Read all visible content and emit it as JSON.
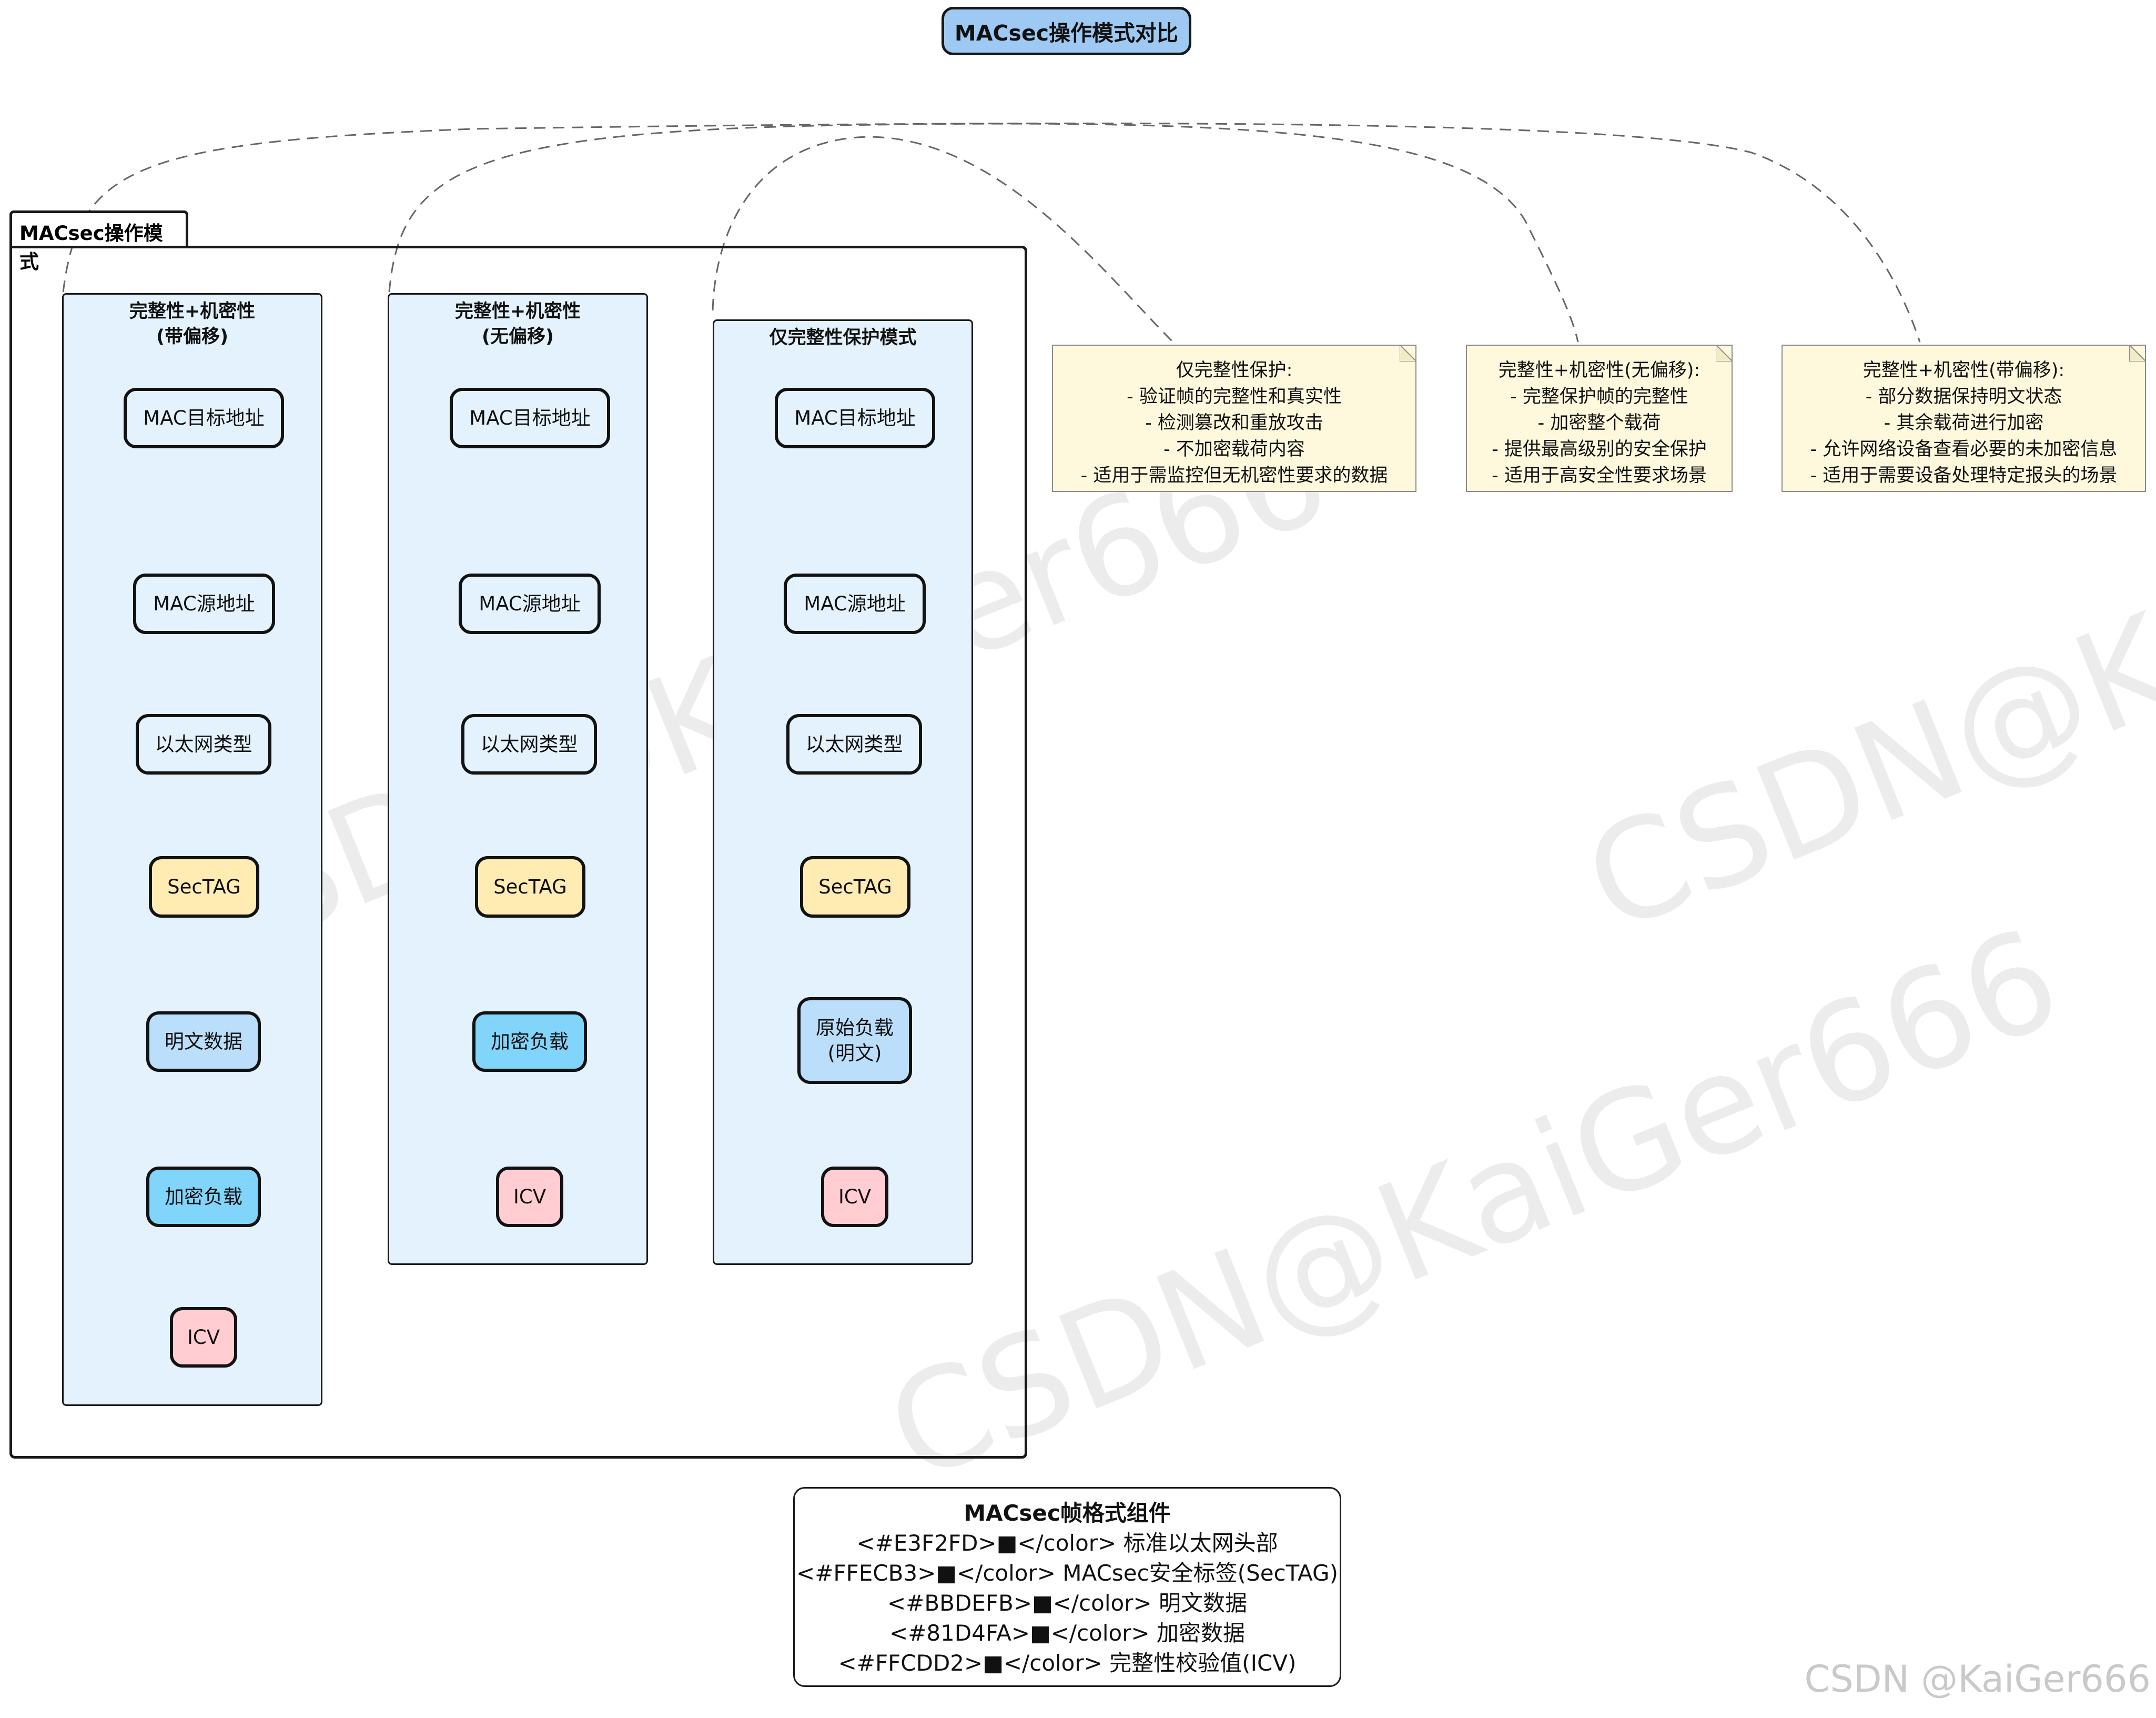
{
  "title": "MACsec操作模式对比",
  "package": {
    "label": "MACsec操作模式"
  },
  "lanes": [
    {
      "title_line1": "完整性+机密性",
      "title_line2": "(带偏移)",
      "nodes": [
        {
          "text": "MAC目标地址",
          "color": "#E3F2FD"
        },
        {
          "text": "MAC源地址",
          "color": "#E3F2FD"
        },
        {
          "text": "以太网类型",
          "color": "#E3F2FD"
        },
        {
          "text": "SecTAG",
          "color": "#FFECB3"
        },
        {
          "text": "明文数据",
          "color": "#BBDEFB"
        },
        {
          "text": "加密负载",
          "color": "#81D4FA"
        },
        {
          "text": "ICV",
          "color": "#FFCDD2"
        }
      ]
    },
    {
      "title_line1": "完整性+机密性",
      "title_line2": "(无偏移)",
      "nodes": [
        {
          "text": "MAC目标地址",
          "color": "#E3F2FD"
        },
        {
          "text": "MAC源地址",
          "color": "#E3F2FD"
        },
        {
          "text": "以太网类型",
          "color": "#E3F2FD"
        },
        {
          "text": "SecTAG",
          "color": "#FFECB3"
        },
        {
          "text": "加密负载",
          "color": "#81D4FA"
        },
        {
          "text": "ICV",
          "color": "#FFCDD2"
        }
      ]
    },
    {
      "title_line1": "仅完整性保护模式",
      "title_line2": "",
      "nodes": [
        {
          "text": "MAC目标地址",
          "color": "#E3F2FD"
        },
        {
          "text": "MAC源地址",
          "color": "#E3F2FD"
        },
        {
          "text": "以太网类型",
          "color": "#E3F2FD"
        },
        {
          "text": "SecTAG",
          "color": "#FFECB3"
        },
        {
          "text": "原始负载",
          "text2": "(明文)",
          "color": "#BBDEFB"
        },
        {
          "text": "ICV",
          "color": "#FFCDD2"
        }
      ]
    }
  ],
  "notes": [
    {
      "lines": [
        "仅完整性保护:",
        "- 验证帧的完整性和真实性",
        "- 检测篡改和重放攻击",
        "- 不加密载荷内容",
        "- 适用于需监控但无机密性要求的数据"
      ]
    },
    {
      "lines": [
        "完整性+机密性(无偏移):",
        "- 完整保护帧的完整性",
        "- 加密整个载荷",
        "- 提供最高级别的安全保护",
        "- 适用于高安全性要求场景"
      ]
    },
    {
      "lines": [
        "完整性+机密性(带偏移):",
        "- 部分数据保持明文状态",
        "- 其余载荷进行加密",
        "- 允许网络设备查看必要的未加密信息",
        "- 适用于需要设备处理特定报头的场景"
      ]
    }
  ],
  "legend": {
    "title": "MACsec帧格式组件",
    "items": [
      "<#E3F2FD>■</color> 标准以太网头部",
      "<#FFECB3>■</color> MACsec安全标签(SecTAG)",
      "<#BBDEFB>■</color> 明文数据",
      "<#81D4FA>■</color> 加密数据",
      "<#FFCDD2>■</color> 完整性校验值(ICV)"
    ]
  },
  "watermarks": [
    "CSDN@KaiGer666",
    "CSDN@KaiGer666",
    "CSDN@K"
  ],
  "credit": "CSDN @KaiGer666",
  "colors": {
    "lane_bg": "#E3F2FD",
    "title_bg": "#9DC9F2",
    "note_bg": "#FEF8DC"
  }
}
